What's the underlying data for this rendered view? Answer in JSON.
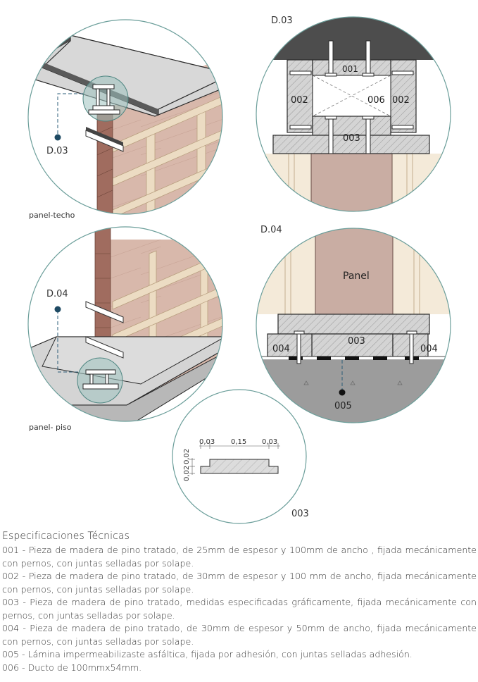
{
  "labels": {
    "d03_marker": "D.03",
    "d04_marker": "D.04",
    "d03_title": "D.03",
    "d04_title": "D.04",
    "panel_techo": "panel-techo",
    "panel_piso": "panel- piso",
    "panel": "Panel",
    "p001": "001",
    "p002_left": "002",
    "p002_right": "002",
    "p006": "006",
    "p003_top": "003",
    "p003_bottom": "003",
    "p004_left": "004",
    "p004_right": "004",
    "p005": "005",
    "detail_003": "003"
  },
  "dimensions": {
    "d1": "0,03",
    "d2": "0,15",
    "d3": "0,03",
    "v1": "0,02",
    "v2": "0,02"
  },
  "specs": {
    "title": "Especificaciones Técnicas",
    "items": [
      "001 - Pieza de madera de pino tratado, de 25mm de espesor y 100mm de ancho , fijada mecánicamente con pernos, con juntas selladas por solape.",
      "002 - Pieza de madera de pino tratado, de 30mm de espesor y 100 mm de ancho, fijada mecánicamente con pernos, con juntas selladas por solape.",
      "003 - Pieza de madera de pino tratado, medidas especificadas gráficamente, fijada mecánicamente con pernos, con juntas selladas por solape.",
      "004 - Pieza de madera de pino tratado, de 30mm de espesor y 50mm de ancho, fijada mecánicamente con pernos, con juntas selladas por solape.",
      "005 - Lámina impermeabilizaste asfáltica, fijada por adhesión, con juntas selladas adhesión.",
      "006 - Ducto de 100mmx54mm."
    ]
  },
  "colors": {
    "teal_outline": "#6b9e9a",
    "teal_fill": "#9ec3c0",
    "panel_rose": "#c9ada3",
    "panel_brick": "#9c6b5e",
    "wood": "#ebd7bd",
    "concrete": "#d9d9d9",
    "ground": "#9c9c9c"
  }
}
